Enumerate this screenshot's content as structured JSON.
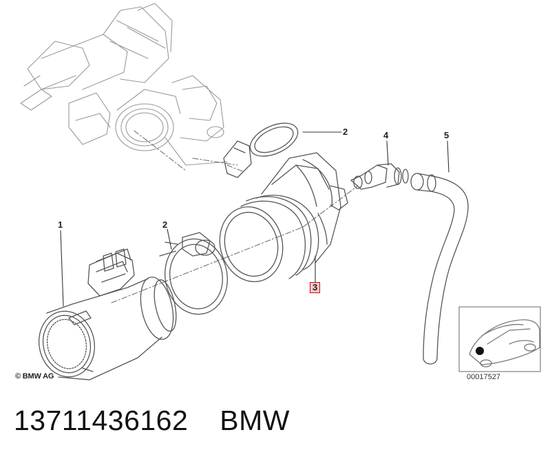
{
  "diagram": {
    "callouts": {
      "c1": "1",
      "c2_top": "2",
      "c2_mid": "2",
      "c3": "3",
      "c4": "4",
      "c5": "5"
    },
    "copyright": "© BMW AG",
    "reference_number": "00017527"
  },
  "caption": {
    "part_number": "13711436162",
    "brand": "BMW"
  },
  "colors": {
    "line": "#444444",
    "highlight_border": "#d0021b",
    "highlight_fill": "#f3c9c9"
  }
}
